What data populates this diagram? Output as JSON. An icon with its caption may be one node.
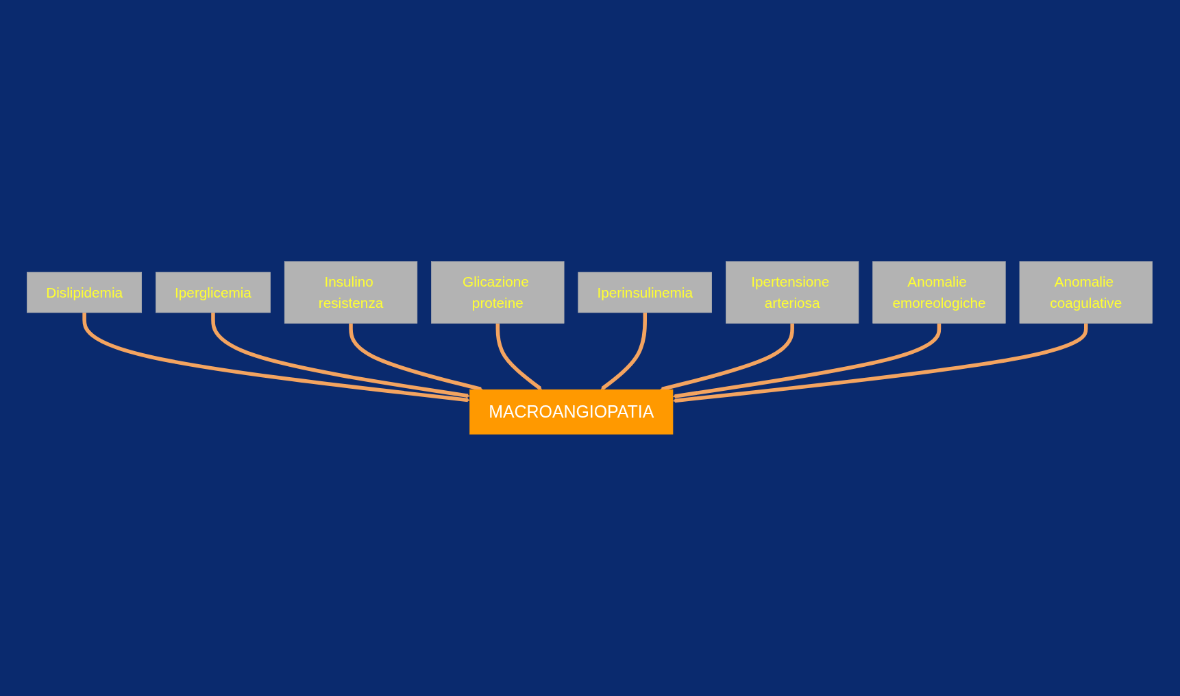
{
  "diagram": {
    "nodes": [
      {
        "text": [
          "Dislipidemia"
        ]
      },
      {
        "text": [
          "Iperglicemia"
        ]
      },
      {
        "text": [
          "Insulino resistenza"
        ]
      },
      {
        "text": [
          "Glicazione proteine"
        ]
      },
      {
        "text": [
          "MACROANGIOPATIA"
        ]
      },
      {
        "text": [
          "Iperinsulinemia"
        ]
      },
      {
        "text": [
          "Ipertensione arteriosa"
        ]
      },
      {
        "text": [
          "Anomalie emoreologiche"
        ]
      },
      {
        "text": [
          "Anomalie coagulative"
        ]
      }
    ],
    "edges": [
      {
        "from": 0,
        "to": 4,
        "arrow": "to"
      },
      {
        "from": 1,
        "to": 4,
        "arrow": "to"
      },
      {
        "from": 2,
        "to": 4,
        "arrow": "to"
      },
      {
        "from": 3,
        "to": 4,
        "arrow": "to"
      },
      {
        "from": 5,
        "to": 4,
        "arrow": "to"
      },
      {
        "from": 6,
        "to": 4,
        "arrow": "to"
      },
      {
        "from": 7,
        "to": 4,
        "arrow": "to"
      },
      {
        "from": 8,
        "to": 4,
        "arrow": "to"
      }
    ]
  }
}
